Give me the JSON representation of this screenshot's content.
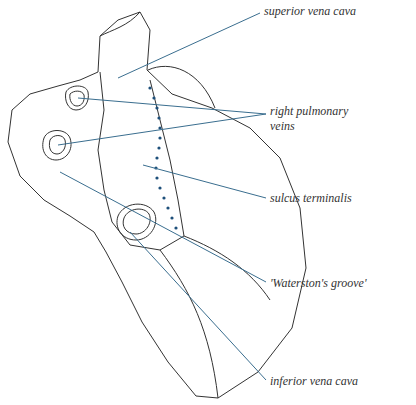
{
  "diagram": {
    "labels": [
      "superior vena cava",
      "right pulmonary veins",
      "sulcus terminalis",
      "'Waterston's groove'",
      "inferior vena cava"
    ]
  }
}
